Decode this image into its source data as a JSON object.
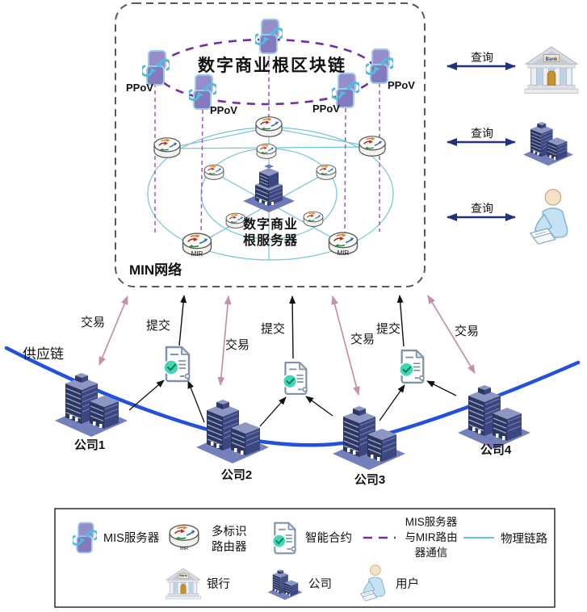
{
  "diagram": {
    "min_network": {
      "label": "MIN网络",
      "blockchain_title": "数字商业根区块链",
      "ppov": "PPoV",
      "mir": "MIR",
      "root_server_line1": "数字商业",
      "root_server_line2": "根服务器"
    },
    "right_panel": {
      "query": "查询",
      "bank_sign": "Bank"
    },
    "supply_chain": {
      "label": "供应链",
      "transaction": "交易",
      "submit": "提交",
      "companies": [
        "公司1",
        "公司2",
        "公司3",
        "公司4"
      ]
    },
    "legend": {
      "mis_server": "MIS服务器",
      "router_line1": "多标识",
      "router_line2": "路由器",
      "smart_contract": "智能合约",
      "mis_mir_line1": "MIS服务器",
      "mis_mir_line2": "与MIR路由",
      "mis_mir_line3": "器通信",
      "physical_link": "物理链路",
      "bank": "银行",
      "company": "公司",
      "user": "用户"
    },
    "colors": {
      "ppov_ring_purple": "#7030A0",
      "mis_mir_dash_purple": "#9B59C0",
      "physical_link_cyan": "#6FC2D8",
      "transaction_pink": "#C48FAB",
      "query_navy": "#1F3180",
      "supply_chain_blue": "#2351DC",
      "contract_green": "#43D6B4",
      "server_purple": "#968EC9",
      "building_navy": "#2D365F",
      "building_base": "#7480BC"
    }
  }
}
